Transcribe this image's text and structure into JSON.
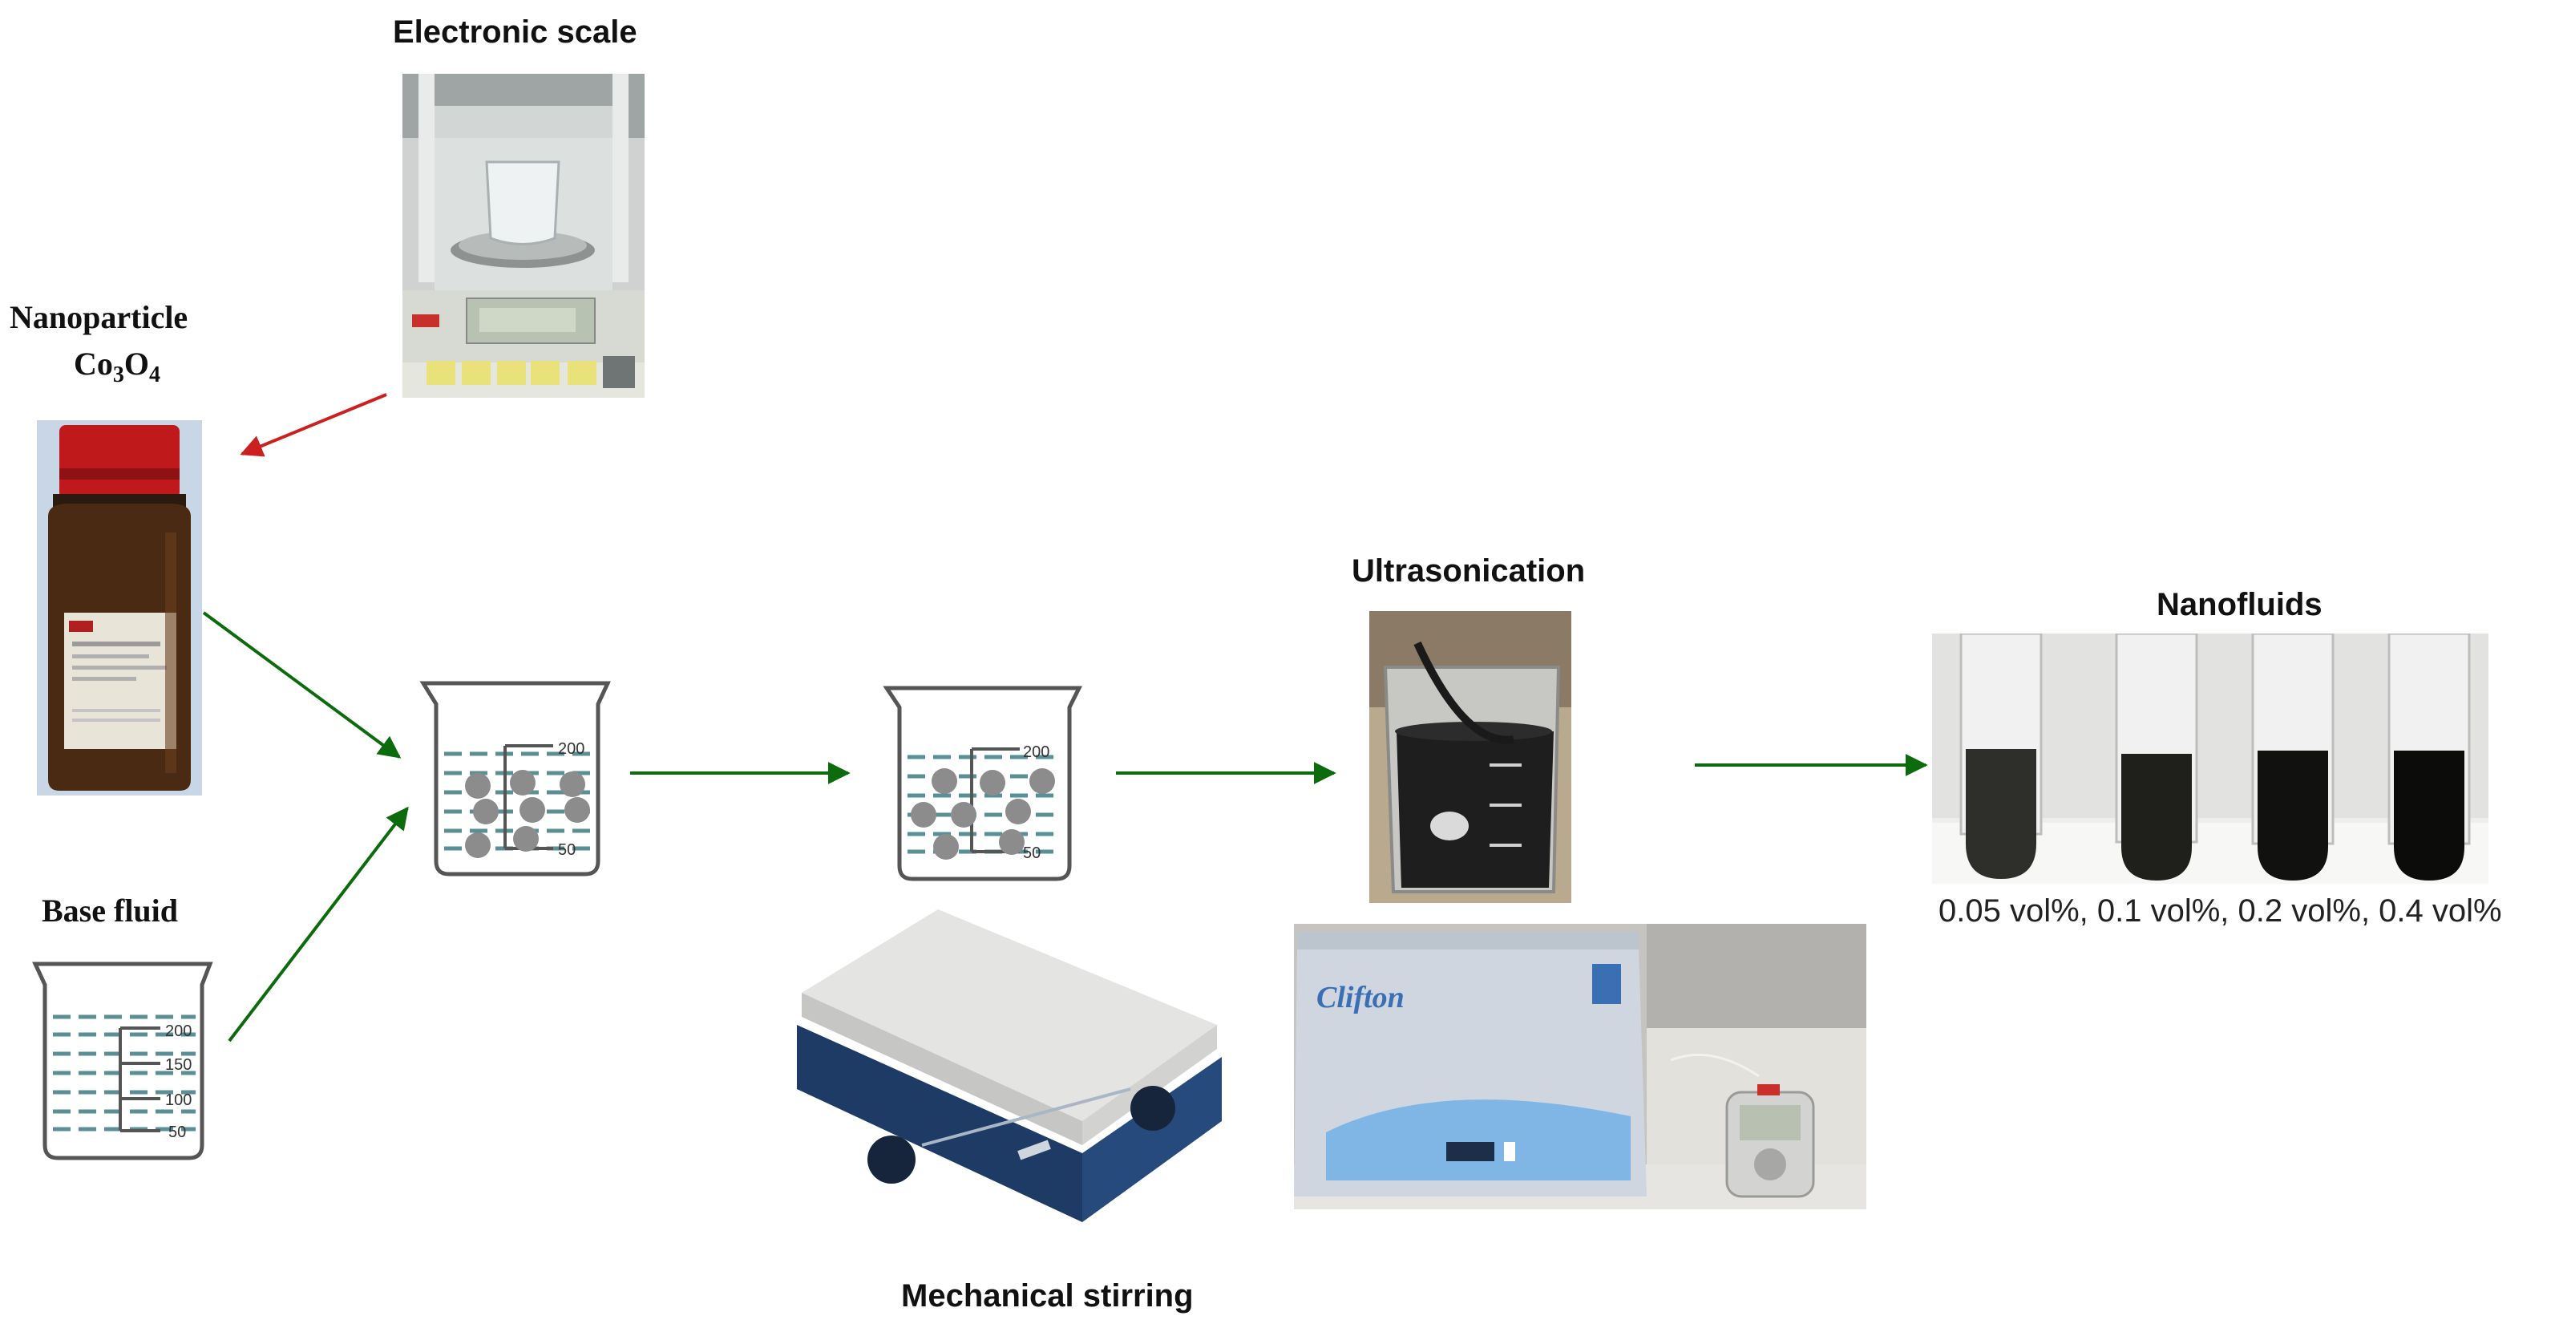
{
  "labels": {
    "electronic_scale": "Electronic scale",
    "nanoparticle_line1": "Nanoparticle",
    "nanoparticle_formula_co": "Co",
    "nanoparticle_formula_3": "3",
    "nanoparticle_formula_o": "O",
    "nanoparticle_formula_4": "4",
    "base_fluid": "Base fluid",
    "mechanical_stirring": "Mechanical stirring",
    "ultrasonication": "Ultrasonication",
    "nanofluids": "Nanofluids",
    "concentrations": "0.05 vol%, 0.1 vol%, 0.2 vol%, 0.4 vol%"
  },
  "beaker_marks": {
    "base_fluid": [
      "200",
      "150",
      "100",
      "50"
    ],
    "mix": [
      "200",
      "50"
    ],
    "stir": [
      "200",
      "50"
    ]
  },
  "devices": {
    "sonicator_brand": "Clifton"
  },
  "colors": {
    "flow_arrow": "#0c6b0c",
    "scale_arrow": "#cc1f1f",
    "liquid_dashes": "#5a8f96",
    "particle": "#8c8c8c",
    "hotplate_base": "#1e3b66",
    "bottle_cap": "#c0191b",
    "bottle_glass": "#4a2a12",
    "nanofluid": "#1a1a1a"
  }
}
